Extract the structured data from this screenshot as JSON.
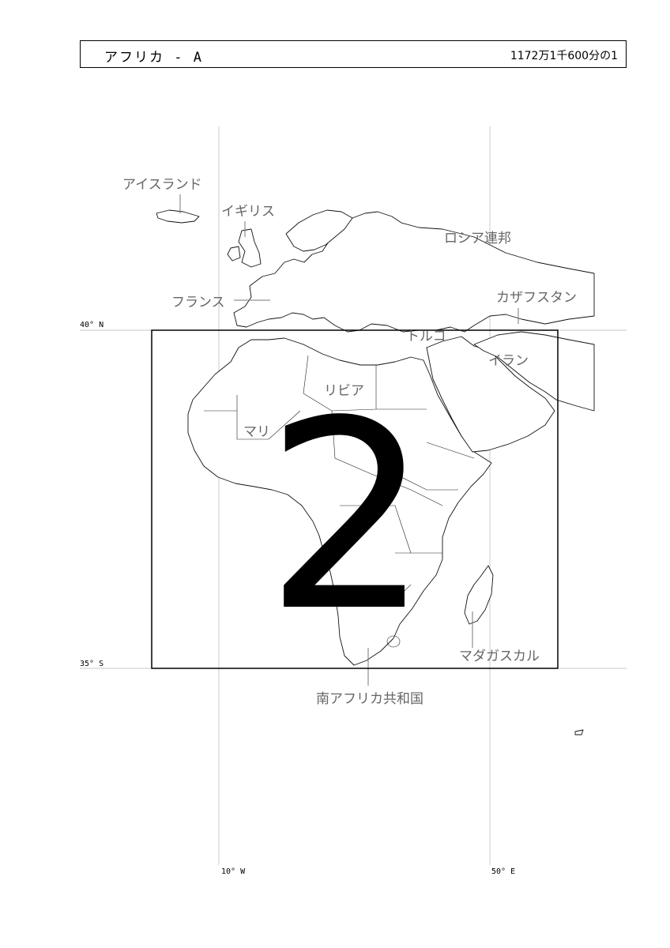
{
  "header": {
    "title": "アフリカ - A",
    "scale": "1172万1千600分の1"
  },
  "map": {
    "frame_number": "2",
    "graticule": {
      "lat_north": "40° N",
      "lat_south": "35° S",
      "lon_west": "10° W",
      "lon_east": "50° E"
    },
    "places": {
      "iceland": "アイスランド",
      "uk": "イギリス",
      "russia": "ロシア連邦",
      "france": "フランス",
      "kazakhstan": "カザフスタン",
      "turkey": "トルコ",
      "iran": "イラン",
      "libya": "リビア",
      "mali": "マリ",
      "madagascar": "マダガスカル",
      "south_africa": "南アフリカ共和国"
    }
  }
}
